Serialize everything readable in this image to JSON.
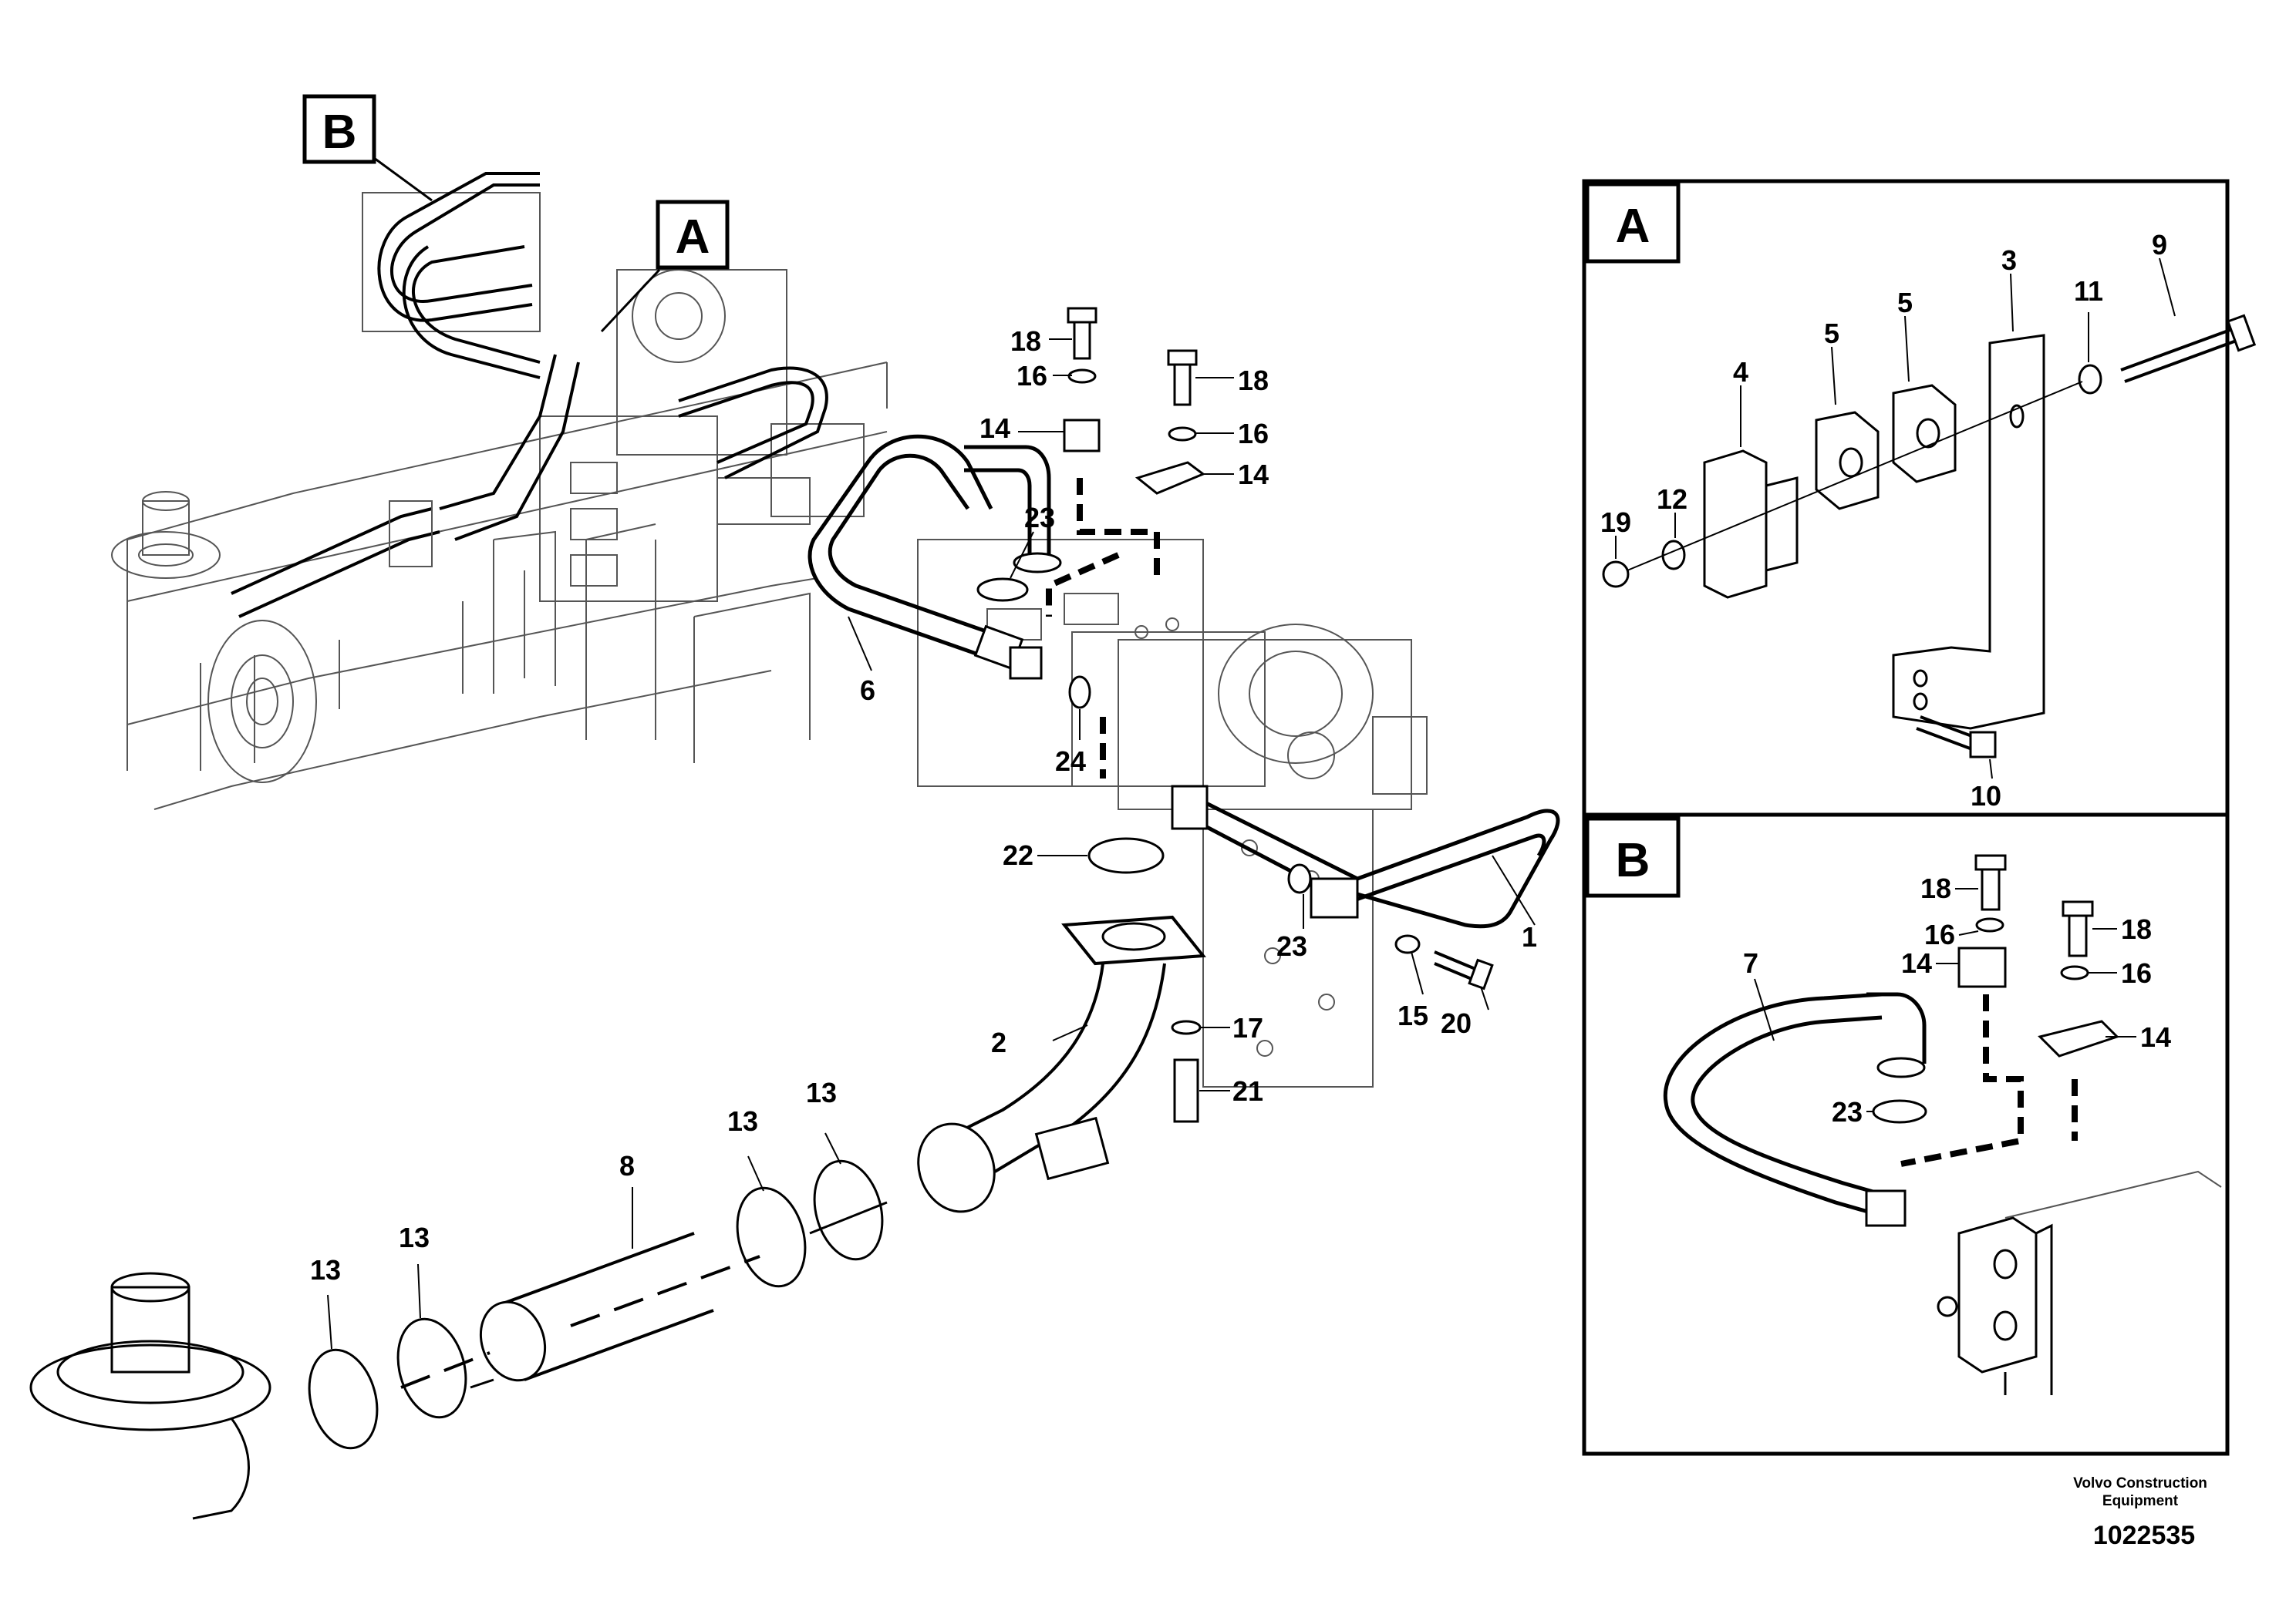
{
  "callouts": {
    "b_main": "B",
    "a_main": "A",
    "a_inset": "A",
    "b_inset": "B"
  },
  "part_labels": {
    "p1": "1",
    "p2": "2",
    "p3": "3",
    "p4": "4",
    "p5a": "5",
    "p5b": "5",
    "p6": "6",
    "p7": "7",
    "p8": "8",
    "p9": "9",
    "p10": "10",
    "p11": "11",
    "p12": "12",
    "p13a": "13",
    "p13b": "13",
    "p13c": "13",
    "p13d": "13",
    "p14a": "14",
    "p14b": "14",
    "p14c": "14",
    "p14d": "14",
    "p15": "15",
    "p16a": "16",
    "p16b": "16",
    "p16c": "16",
    "p16d": "16",
    "p17": "17",
    "p18a": "18",
    "p18b": "18",
    "p18c": "18",
    "p18d": "18",
    "p19": "19",
    "p20": "20",
    "p21": "21",
    "p22": "22",
    "p23a": "23",
    "p23b": "23",
    "p23c": "23",
    "p24": "24"
  },
  "footer": {
    "brand_line1": "Volvo Construction",
    "brand_line2": "Equipment",
    "doc_number": "1022535"
  }
}
